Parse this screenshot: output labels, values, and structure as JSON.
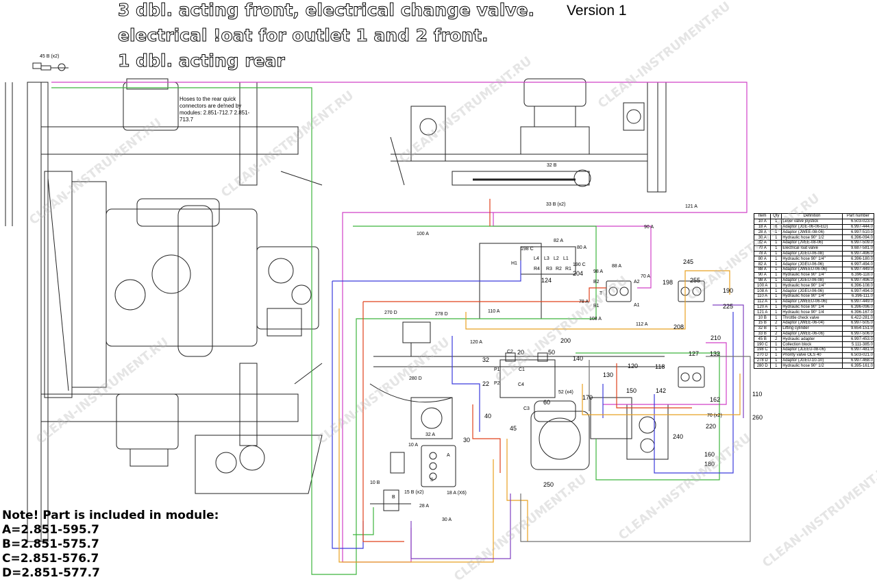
{
  "title_lines": [
    "3 dbl. acting front, electrical change valve.",
    "electrical !oat for outlet 1 and 2 front.",
    "1 dbl. acting rear"
  ],
  "version": "Version 1",
  "hose_note": "Hoses to the rear quick connectors are de!ned by modules: 2.851-712.7 2.851-713.7",
  "module_note": {
    "heading": "Note! Part is included in module:",
    "lines": [
      "A=2.851-595.7",
      "B=2.851-575.7",
      "C=2.851-576.7",
      "D=2.851-577.7"
    ]
  },
  "watermark": "CLEAN-INSTRUMENT.RU",
  "parts_table": {
    "headers": [
      "Item",
      "Qty",
      "Definition",
      "Part number"
    ],
    "rows": [
      [
        "10 A",
        "1",
        "Lever valve joystick",
        "6.503-023.0"
      ],
      [
        "18 A",
        "6",
        "Adaptor (JGE-06-06-ED)",
        "6.997-444.0"
      ],
      [
        "28 A",
        "1",
        "Adaptor (JWEE-08-06)",
        "6.997-510.0"
      ],
      [
        "30 A",
        "1",
        "Hydraulic hose 90° 1/2",
        "6.396-094.0"
      ],
      [
        "32 A",
        "1",
        "Adaptor (JVEE-08-06)",
        "6.997-509.0"
      ],
      [
        "70 A",
        "1",
        "Electrical !oat valve",
        "9.687-581.0"
      ],
      [
        "78 A",
        "1",
        "Adaptor (JGEU-06-08)",
        "6.997-496.0"
      ],
      [
        "80 A",
        "1",
        "Hydraulic hose 90° 1/4\"",
        "6.396-180.0"
      ],
      [
        "82 A",
        "1",
        "Adaptor (JGEU-06-06)",
        "6.997-494.0"
      ],
      [
        "88 A",
        "1",
        "Adaptor (JWEEU-06-06)",
        "6.997-449.0"
      ],
      [
        "90 A",
        "1",
        "Hydraulic hose 90° 1/4\"",
        "6.396-118.0"
      ],
      [
        "98 A",
        "1",
        "Adaptor (JGEU-06-08)",
        "6.997-496.0"
      ],
      [
        "100 A",
        "1",
        "Hydraulic hose 90° 1/4\"",
        "6.396-108.0"
      ],
      [
        "108 A",
        "1",
        "Adaptor (JGEU-06-06)",
        "6.997-494.0"
      ],
      [
        "110 A",
        "1",
        "Hydraulic hose 90° 1/4\"",
        "6.396-111.0"
      ],
      [
        "112 A",
        "1",
        "Adaptor (JWEEU-06-06)",
        "6.997-449.0"
      ],
      [
        "120 A",
        "1",
        "Hydraulic hose 90° 1/4",
        "6.396-096.0"
      ],
      [
        "121 A",
        "1",
        "Hydraulic hose 90° 1/4",
        "6.396-167.0"
      ],
      [
        "10 B",
        "1",
        "Throttle check valve",
        "6.422-281.0"
      ],
      [
        "15 B",
        "2",
        "Adaptor (JWEE-06-04)",
        "6.997-505.0"
      ],
      [
        "32 B",
        "1",
        "Lifting cylinder",
        "9.654-151.0"
      ],
      [
        "33 B",
        "2",
        "Adaptor (JWEE-06-06)",
        "6.997-506.0"
      ],
      [
        "45 B",
        "2",
        "Hydraulic adapter",
        "6.997-453.0"
      ],
      [
        "190 C",
        "1",
        "Collection block",
        "5.111-385.0"
      ],
      [
        "198 C",
        "1",
        "Adaptor (JLEEU-08-06)",
        "6.997-481.0"
      ],
      [
        "270 D",
        "1",
        "Priority valve OLS 40",
        "6.503-021.0"
      ],
      [
        "278 D",
        "1",
        "Adaptor (JGEU-10-10)",
        "6.997-468.0"
      ],
      [
        "280 D",
        "1",
        "Hydraulic hose 90° 1/2",
        "6.395-161.0"
      ]
    ]
  },
  "callouts": [
    "45 B (x2)",
    "32 B",
    "33 B (x2)",
    "121 A",
    "100 A",
    "90 A",
    "82 A",
    "80 A",
    "198 C",
    "190 C",
    "98 A",
    "88 A",
    "70 A",
    "124",
    "204",
    "78 A",
    "108 A",
    "112 A",
    "110 A",
    "120 A",
    "200",
    "245",
    "255",
    "198",
    "190",
    "225",
    "208",
    "210",
    "270 D",
    "278 D",
    "280 D",
    "20",
    "50",
    "32",
    "140",
    "130",
    "120",
    "127",
    "132",
    "118",
    "22",
    "52 (x4)",
    "170",
    "150",
    "142",
    "162",
    "110",
    "260",
    "60",
    "40",
    "45",
    "30",
    "32 A",
    "70 (x2)",
    "220",
    "240",
    "160",
    "180",
    "250",
    "10 A",
    "10 B",
    "15 B (x2)",
    "18 A (X6)",
    "28 A",
    "30 A",
    "B2",
    "B1",
    "A2",
    "A1",
    "T",
    "H1",
    "L3",
    "L2",
    "L1",
    "L4",
    "R4",
    "R3",
    "R2",
    "R1",
    "C1",
    "C2",
    "C3",
    "C4",
    "P1",
    "P2",
    "A",
    "B",
    "S"
  ],
  "colors": {
    "hose_red": "#e0401a",
    "hose_green": "#3cb43c",
    "hose_blue": "#3a3adc",
    "hose_magenta": "#d040c8",
    "hose_orange": "#e8a020",
    "hose_purple": "#8040c0",
    "hose_gray": "#707070"
  }
}
